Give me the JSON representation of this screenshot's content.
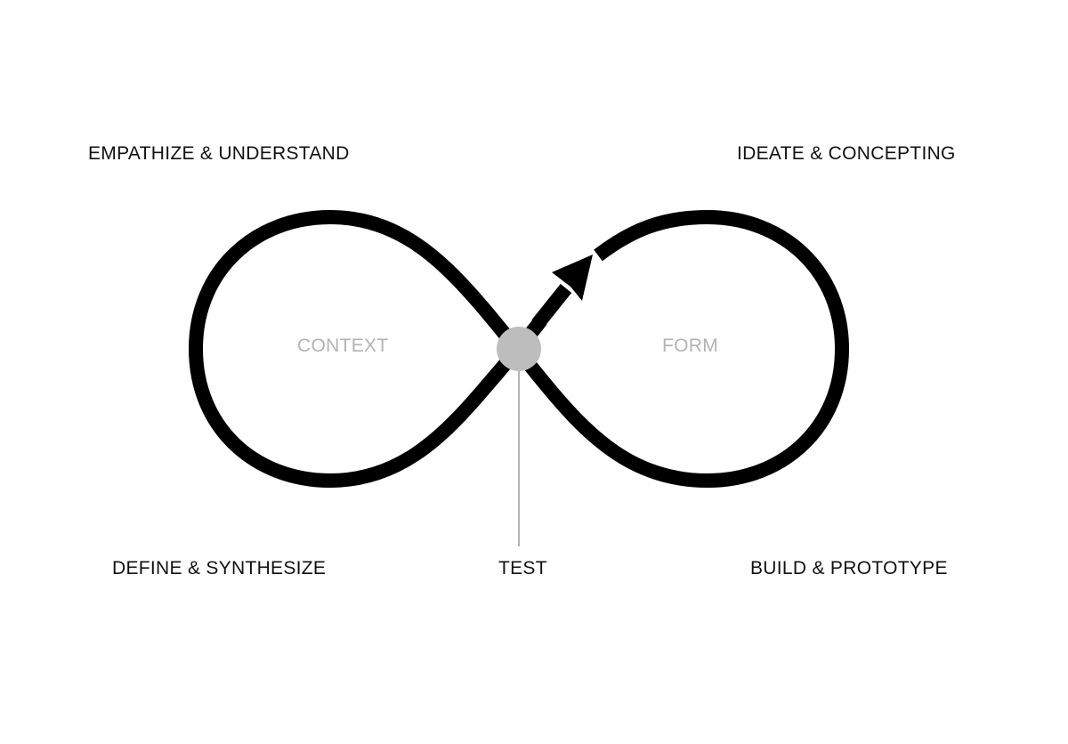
{
  "labels": {
    "empathize": "EMPATHIZE & UNDERSTAND",
    "ideate": "IDEATE & CONCEPTING",
    "define": "DEFINE & SYNTHESIZE",
    "test": "TEST",
    "build": "BUILD & PROTOTYPE",
    "context": "CONTEXT",
    "form": "FORM"
  },
  "colors": {
    "loop_stroke": "#000000",
    "node_fill": "#bdbdbd",
    "pointer_line": "#b3b3b3",
    "loop_label": "#b3b3b3",
    "phase_label": "#111111",
    "background": "#ffffff"
  }
}
